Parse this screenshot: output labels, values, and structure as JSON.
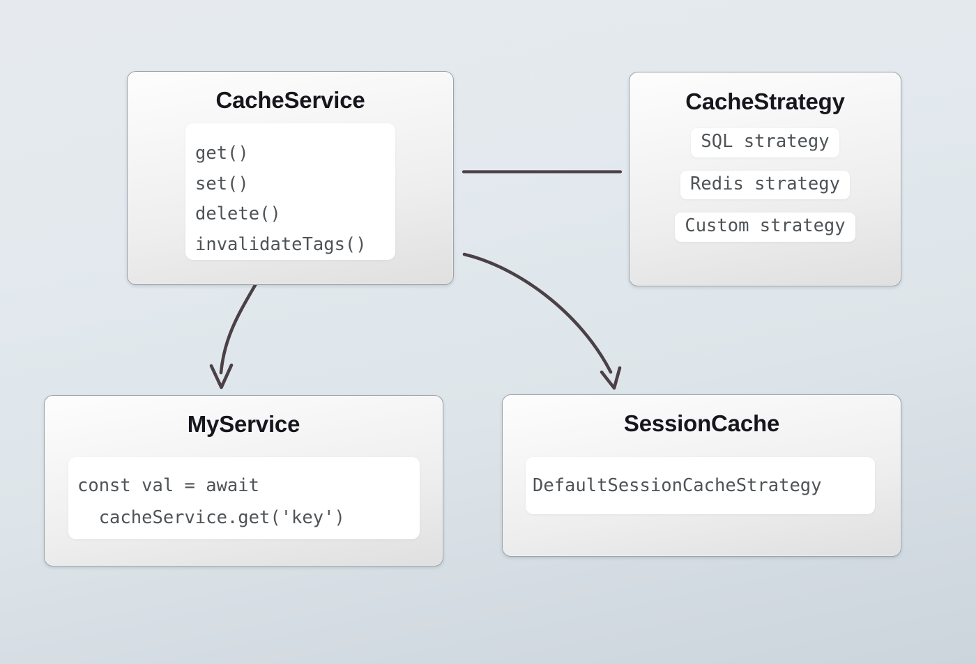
{
  "diagram": {
    "title_semantic": "cache-service-architecture",
    "background_top_color": "#e6eaef",
    "background_bottom_color": "#ccd5dc",
    "node_border_color": "#9aa3a9",
    "connector_color": "#4a4045",
    "title_color": "#16161d",
    "code_text_color": "#4e5357"
  },
  "nodes": {
    "cache_service": {
      "title": "CacheService",
      "methods": [
        "get()",
        "set()",
        "delete()",
        "invalidateTags()"
      ]
    },
    "cache_strategy": {
      "title": "CacheStrategy",
      "strategies": [
        "SQL strategy",
        "Redis strategy",
        "Custom strategy"
      ]
    },
    "my_service": {
      "title": "MyService",
      "code_lines": [
        "const val = await",
        "  cacheService.get('key')"
      ]
    },
    "session_cache": {
      "title": "SessionCache",
      "code_lines": [
        "DefaultSessionCacheStrategy"
      ]
    }
  },
  "connectors": [
    {
      "name": "cacheservice-to-cachestrategy",
      "kind": "line",
      "arrowhead": false
    },
    {
      "name": "cacheservice-to-myservice",
      "kind": "curve",
      "arrowhead": true
    },
    {
      "name": "cacheservice-to-sessioncache",
      "kind": "curve",
      "arrowhead": true
    }
  ]
}
